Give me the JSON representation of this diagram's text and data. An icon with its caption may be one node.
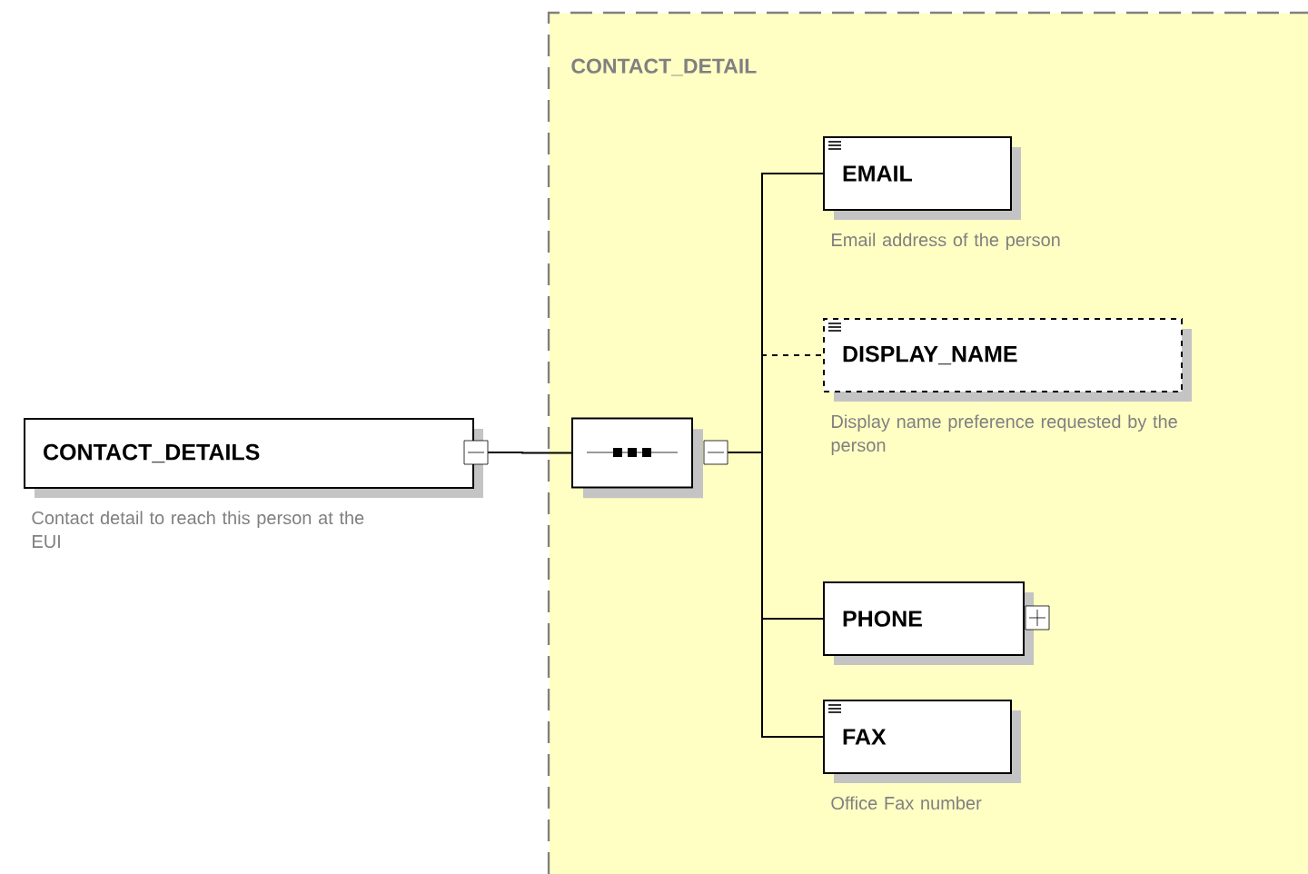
{
  "diagram": {
    "nodes": [
      {
        "text": [
          "CONTACT_DETAILS"
        ],
        "beside": [
          "Contact detail to reach this person at the EUI"
        ]
      },
      {
        "text": [
          "CONTACT_DETAIL"
        ]
      },
      {
        "text": [],
        "shape": "octagon",
        "in": 1
      },
      {
        "text": [
          "EMAIL"
        ],
        "beside": [
          "Email address of the person"
        ],
        "in": 1
      },
      {
        "text": [
          "DISPLAY_NAME"
        ],
        "beside": [
          "Display name preference requested by the person"
        ],
        "in": 1
      },
      {
        "text": [
          "PHONE"
        ],
        "in": 1
      },
      {
        "text": [
          "FAX"
        ],
        "beside": [
          "Office Fax number"
        ],
        "in": 1
      }
    ],
    "edges": [
      {
        "from": 0,
        "to": 2,
        "arrow": "none"
      },
      {
        "from": 2,
        "to": 3,
        "arrow": "none"
      },
      {
        "from": 2,
        "to": 4,
        "arrow": "none",
        "style": "dashed"
      },
      {
        "from": 2,
        "to": 5,
        "arrow": "none"
      },
      {
        "from": 2,
        "to": 6,
        "arrow": "none"
      }
    ]
  }
}
